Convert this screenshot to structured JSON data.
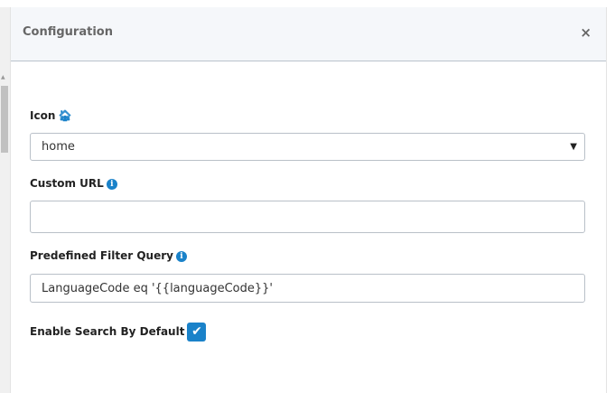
{
  "dialog": {
    "title": "Configuration",
    "close_icon": "×"
  },
  "fields": {
    "icon_label": "Icon",
    "icon_value": "home",
    "custom_url_label": "Custom URL",
    "custom_url_value": "",
    "filter_label": "Predefined Filter Query",
    "filter_value": "LanguageCode eq '{{languageCode}}'",
    "enable_search_label": "Enable Search By Default",
    "enable_search_checked": true
  },
  "colors": {
    "accent": "#1a82c9"
  }
}
